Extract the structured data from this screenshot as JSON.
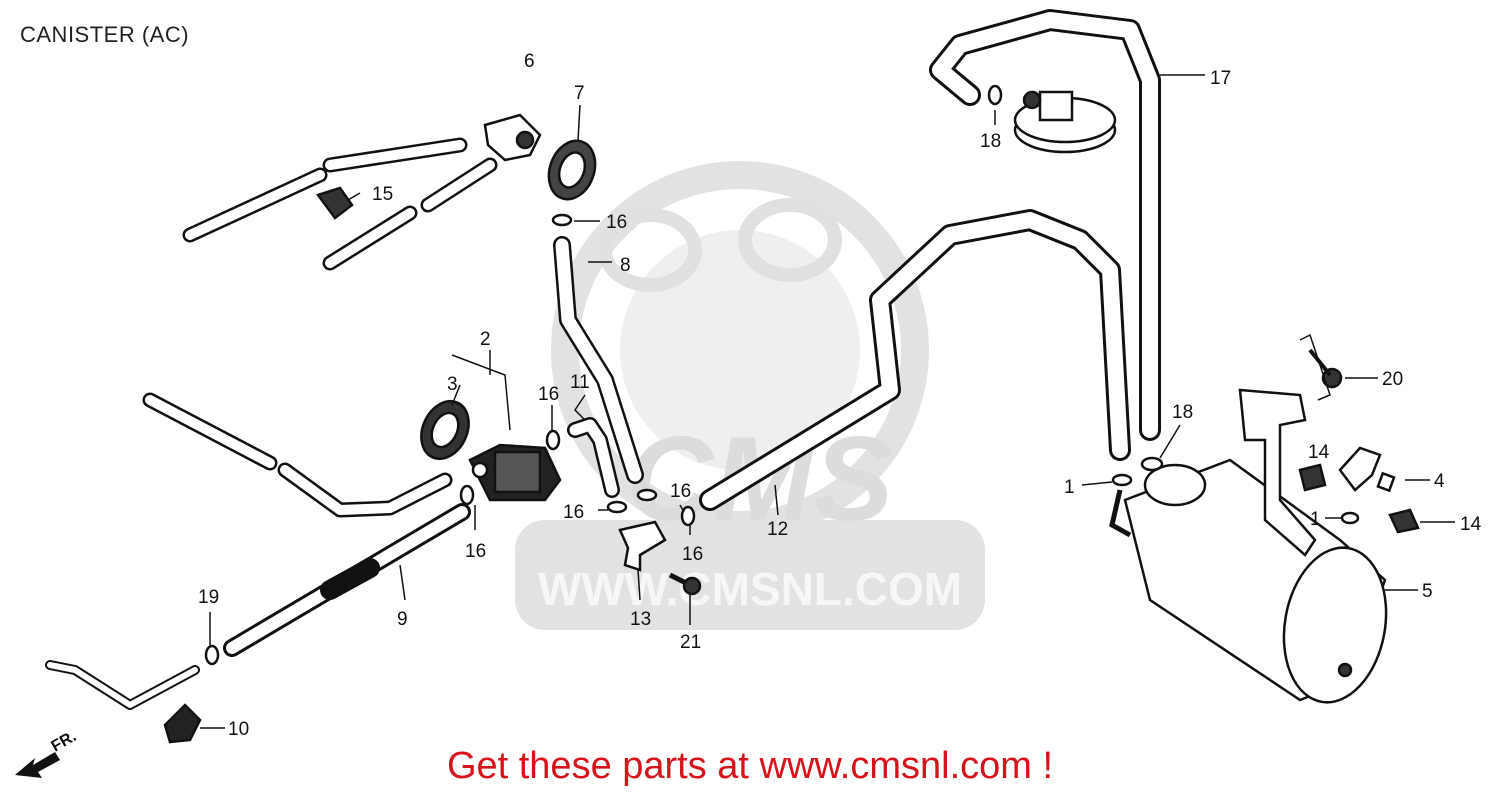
{
  "title": "CANISTER (AC)",
  "footer": {
    "prefix": "Get these parts at ",
    "link": "www.cmsnl.com",
    "suffix": " !"
  },
  "watermark": {
    "brand": "CMS",
    "url": "WWW.CMSNL.COM"
  },
  "direction_label": "FR.",
  "callouts": [
    "1",
    "1",
    "1",
    "2",
    "3",
    "4",
    "5",
    "6",
    "7",
    "8",
    "9",
    "10",
    "11",
    "12",
    "13",
    "14",
    "14",
    "15",
    "16",
    "16",
    "16",
    "16",
    "16",
    "16",
    "17",
    "18",
    "18",
    "19",
    "20",
    "21"
  ],
  "colors": {
    "footer_text": "#d8121b",
    "line_art": "#111111",
    "watermark": "#d9d9d9"
  }
}
